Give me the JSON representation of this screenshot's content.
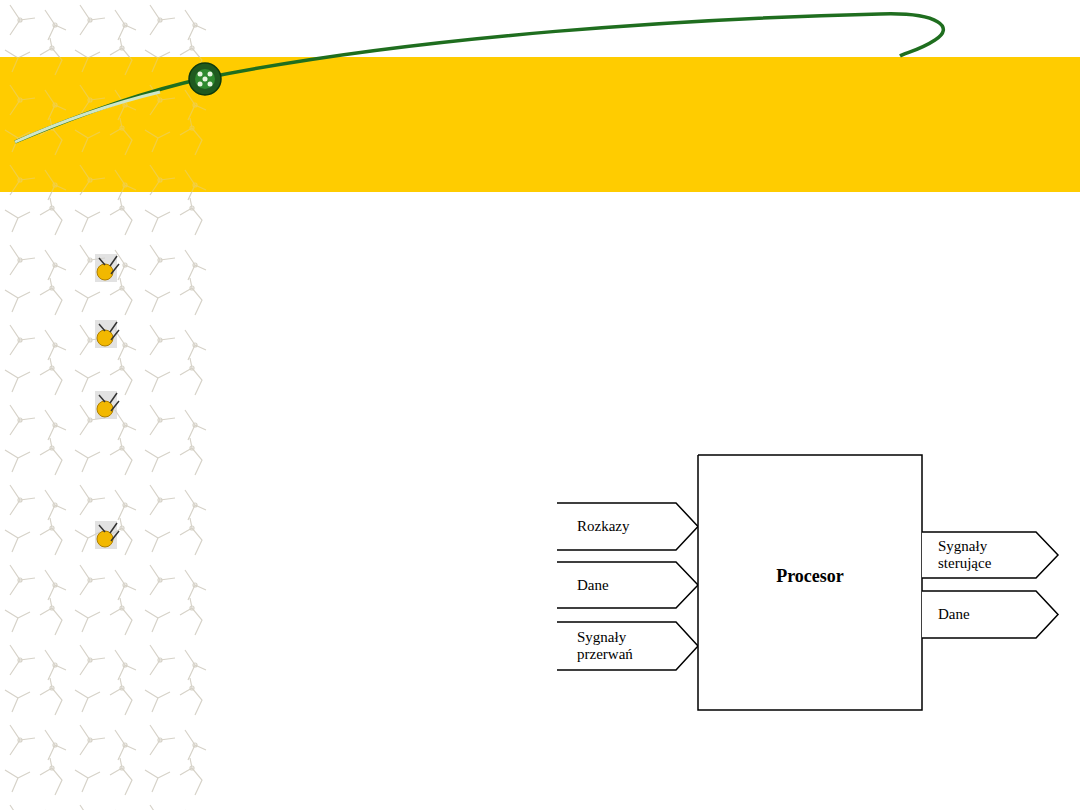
{
  "diagram": {
    "nodes": [
      {
        "text": [
          "Rozkazy"
        ]
      },
      {
        "text": [
          "Dane"
        ]
      },
      {
        "text": [
          "Sygnały przerwań"
        ]
      },
      {
        "text": [
          "Procesor"
        ]
      },
      {
        "text": [
          "Sygnały sterujące"
        ]
      },
      {
        "text": [
          "Dane"
        ]
      }
    ]
  }
}
